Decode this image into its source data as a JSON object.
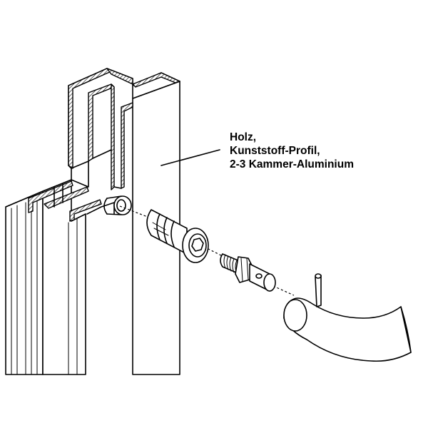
{
  "label": {
    "lines": [
      "Holz,",
      "Kunststoff-Profil,",
      "2-3 Kammer-Aluminium"
    ]
  },
  "colors": {
    "ink": "#000000",
    "paper": "#ffffff"
  }
}
